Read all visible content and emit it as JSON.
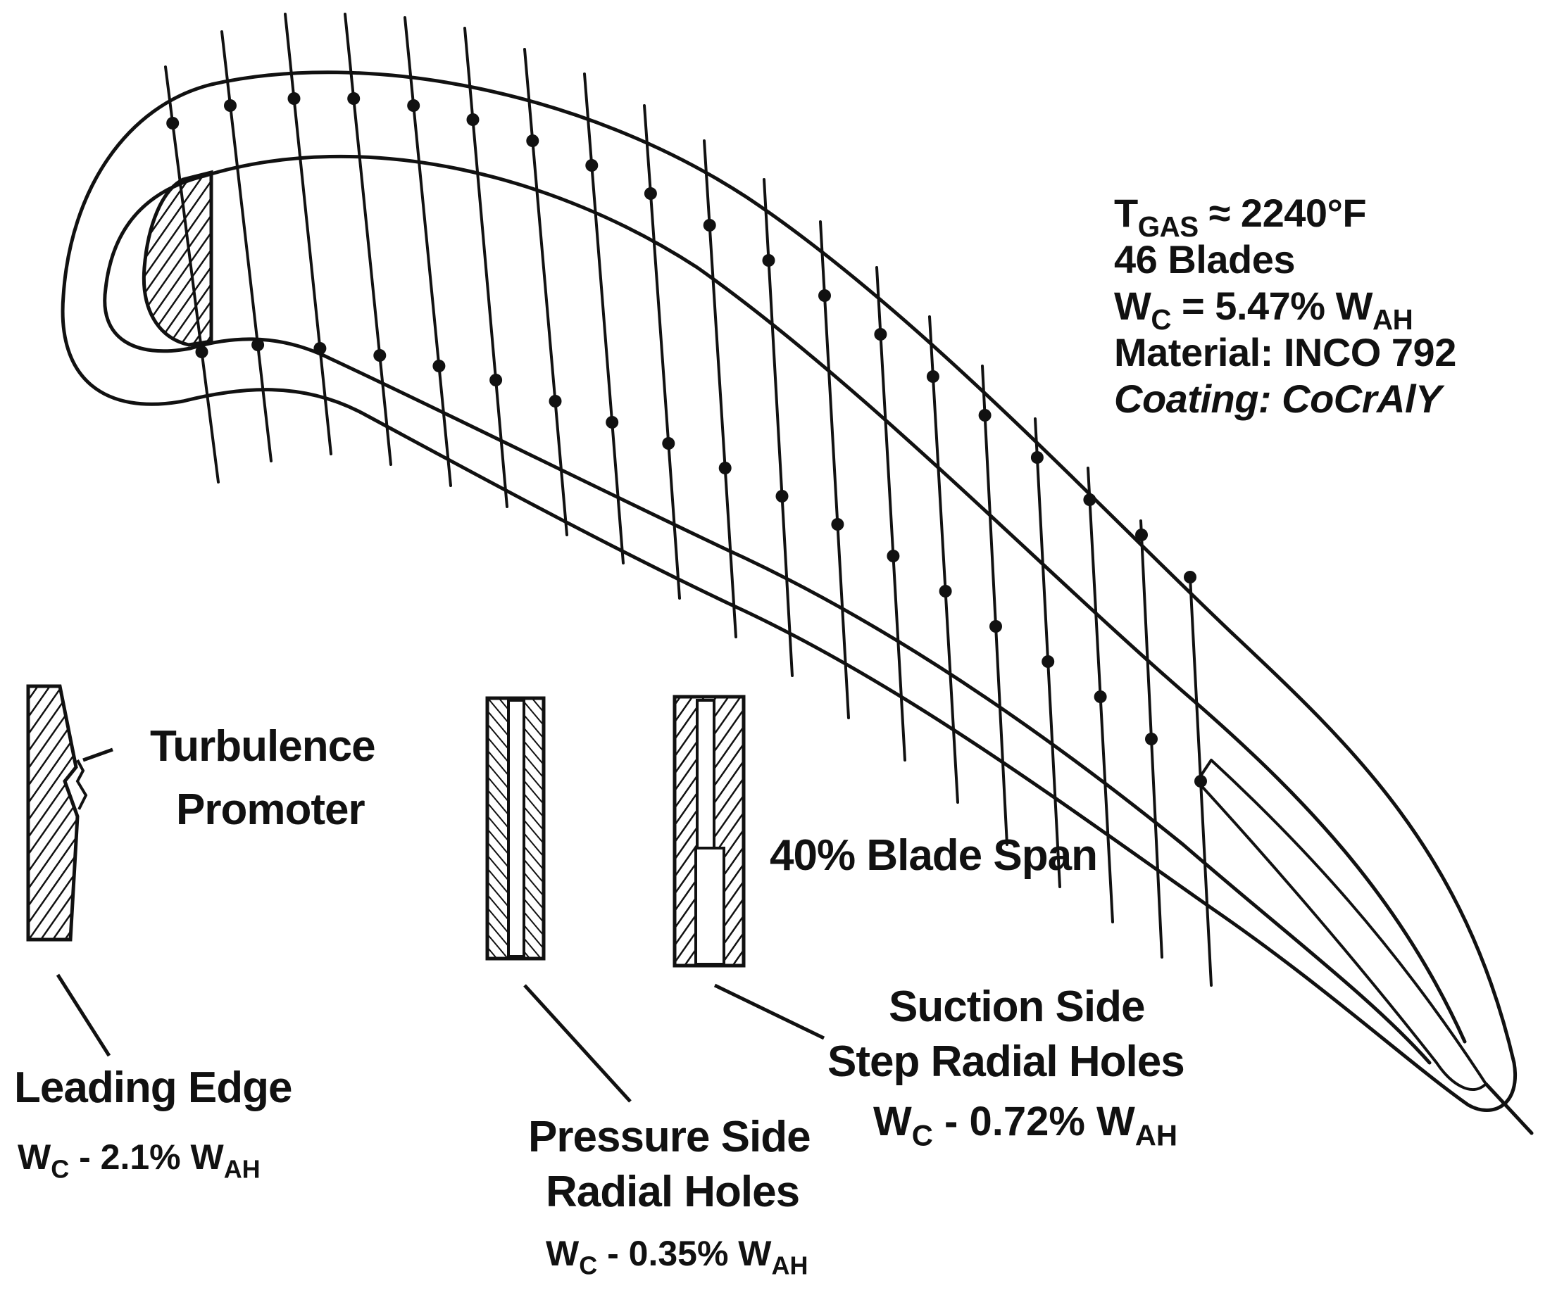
{
  "specs": {
    "gas_temp": {
      "symbol": "T",
      "sub": "GAS",
      "value": "≈ 2240°F"
    },
    "blades": "46 Blades",
    "coolant_flow": {
      "symbol": "W",
      "sub": "C",
      "value": "= 5.47% W",
      "value_sub": "AH"
    },
    "material": "Material: INCO 792",
    "coating": "Coating: CoCrAlY"
  },
  "callouts": {
    "turbulence_promoter": [
      "Turbulence",
      "Promoter"
    ],
    "blade_span": "40% Blade Span",
    "leading_edge": {
      "title": "Leading Edge",
      "flow": {
        "symbol": "W",
        "sub": "C",
        "value": " - 2.1% W",
        "value_sub": "AH"
      }
    },
    "pressure_side": {
      "title": [
        "Pressure Side",
        "Radial Holes"
      ],
      "flow": {
        "symbol": "W",
        "sub": "C",
        "value": " - 0.35% W",
        "value_sub": "AH"
      }
    },
    "suction_side": {
      "title": [
        "Suction Side",
        "Step Radial Holes"
      ],
      "flow": {
        "symbol": "W",
        "sub": "C",
        "value": " - 0.72% W",
        "value_sub": "AH"
      }
    }
  }
}
